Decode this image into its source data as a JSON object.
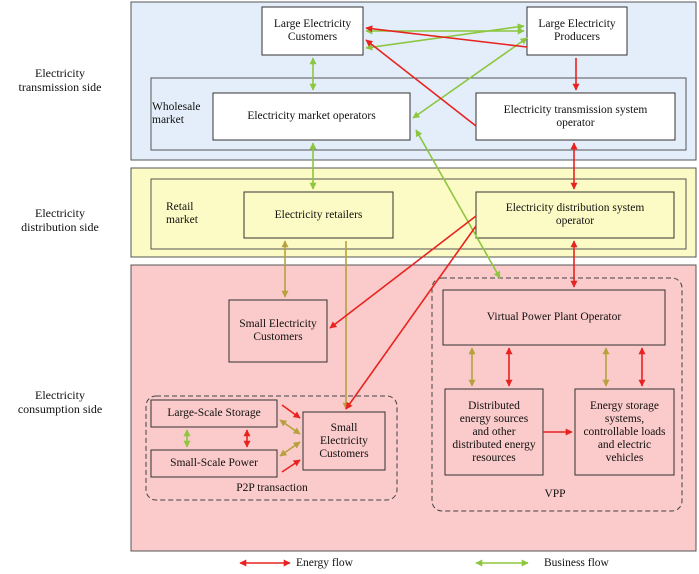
{
  "side_labels": {
    "transmission": "Electricity\ntransmission side",
    "distribution": "Electricity\ndistribution side",
    "consumption": "Electricity\nconsumption side"
  },
  "market_labels": {
    "wholesale": "Wholesale\nmarket",
    "retail": "Retail\nmarket"
  },
  "nodes": {
    "large_customers": "Large Electricity\nCustomers",
    "large_producers": "Large Electricity\nProducers",
    "market_operators": "Electricity market operators",
    "tso": "Electricity transmission system\noperator",
    "retailers": "Electricity retailers",
    "dso": "Electricity distribution system\noperator",
    "small_customers_top": "Small Electricity\nCustomers",
    "vpp_operator": "Virtual Power Plant Operator",
    "large_storage": "Large-Scale Storage",
    "small_power": "Small-Scale Power",
    "small_customers_p2p": "Small\nElectricity\nCustomers",
    "distributed": "Distributed\nenergy sources\nand other\ndistributed energy\nresources",
    "storage_systems": "Energy storage\nsystems,\ncontrollable loads\nand electric\nvehicles"
  },
  "group_labels": {
    "p2p": "P2P transaction",
    "vpp": "VPP"
  },
  "legend": {
    "energy": "Energy flow",
    "business": "Business flow"
  },
  "colors": {
    "transmission_bg": "#e3eefa",
    "distribution_bg": "#fdfbc5",
    "consumption_bg": "#fbcaca",
    "energy_flow": "#e8231f",
    "business_flow_green": "#8dc63f",
    "business_flow_olive": "#b5a13d"
  }
}
